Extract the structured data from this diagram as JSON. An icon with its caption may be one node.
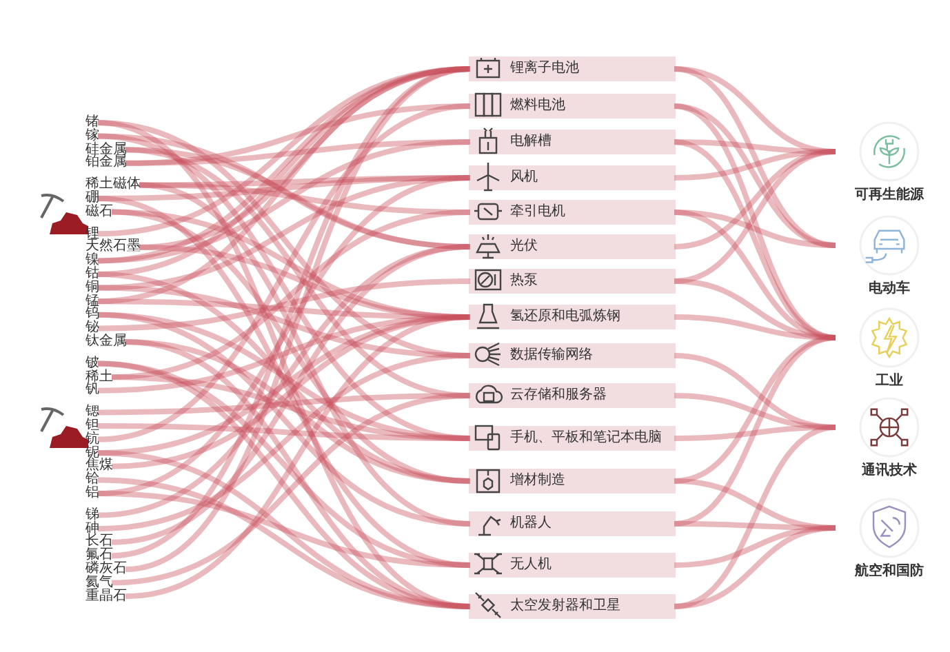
{
  "diagram": {
    "nodes": [
      {
        "text": [
          "锗"
        ]
      },
      {
        "text": [
          "镓"
        ]
      },
      {
        "text": [
          "硅金属"
        ]
      },
      {
        "text": [
          "铂金属"
        ]
      },
      {
        "text": [
          "稀土磁体"
        ]
      },
      {
        "text": [
          "硼"
        ]
      },
      {
        "text": [
          "磁石"
        ]
      },
      {
        "text": [
          "锂"
        ]
      },
      {
        "text": [
          "天然石墨"
        ]
      },
      {
        "text": [
          "镍"
        ]
      },
      {
        "text": [
          "钴"
        ]
      },
      {
        "text": [
          "铜"
        ]
      },
      {
        "text": [
          "锰"
        ]
      },
      {
        "text": [
          "钨"
        ]
      },
      {
        "text": [
          "铋"
        ]
      },
      {
        "text": [
          "钛金属"
        ]
      },
      {
        "text": [
          "铍"
        ]
      },
      {
        "text": [
          "稀土"
        ]
      },
      {
        "text": [
          "钒"
        ]
      },
      {
        "text": [
          "锶"
        ]
      },
      {
        "text": [
          "钽"
        ]
      },
      {
        "text": [
          "钪"
        ]
      },
      {
        "text": [
          "铌"
        ]
      },
      {
        "text": [
          "焦煤"
        ]
      },
      {
        "text": [
          "铪"
        ]
      },
      {
        "text": [
          "铝"
        ]
      },
      {
        "text": [
          "锑"
        ]
      },
      {
        "text": [
          "砷"
        ]
      },
      {
        "text": [
          "长石"
        ]
      },
      {
        "text": [
          "氟石"
        ]
      },
      {
        "text": [
          "磷灰石"
        ]
      },
      {
        "text": [
          "氦气"
        ]
      },
      {
        "text": [
          "重晶石"
        ]
      },
      {
        "text": [
          "锂离子电池"
        ]
      },
      {
        "text": [
          "燃料电池"
        ]
      },
      {
        "text": [
          "电解槽"
        ]
      },
      {
        "text": [
          "风机"
        ]
      },
      {
        "text": [
          "牵引电机"
        ]
      },
      {
        "text": [
          "光伏"
        ]
      },
      {
        "text": [
          "热泵"
        ]
      },
      {
        "text": [
          "氢还原和电弧炼钢"
        ]
      },
      {
        "text": [
          "数据传输网络"
        ]
      },
      {
        "text": [
          "云存储和服务器"
        ]
      },
      {
        "text": [
          "手机、平板和笔记本电脑"
        ]
      },
      {
        "text": [
          "增材制造"
        ]
      },
      {
        "text": [
          "机器人"
        ]
      },
      {
        "text": [
          "无人机"
        ]
      },
      {
        "text": [
          "太空发射器和卫星"
        ]
      },
      {
        "text": [
          "可再生能源"
        ]
      },
      {
        "text": [
          "电动车"
        ]
      },
      {
        "text": [
          "工业"
        ]
      },
      {
        "text": [
          "通讯技术"
        ]
      },
      {
        "text": [
          "航空和国防"
        ]
      }
    ],
    "edges": [
      {
        "from": 0,
        "to": 41,
        "arrow": "none"
      },
      {
        "from": 0,
        "to": 47,
        "arrow": "none"
      },
      {
        "from": 1,
        "to": 38,
        "arrow": "none"
      },
      {
        "from": 1,
        "to": 43,
        "arrow": "none"
      },
      {
        "from": 2,
        "to": 38,
        "arrow": "none"
      },
      {
        "from": 2,
        "to": 42,
        "arrow": "none"
      },
      {
        "from": 3,
        "to": 34,
        "arrow": "none"
      },
      {
        "from": 3,
        "to": 35,
        "arrow": "none"
      },
      {
        "from": 4,
        "to": 36,
        "arrow": "none"
      },
      {
        "from": 4,
        "to": 37,
        "arrow": "none"
      },
      {
        "from": 4,
        "to": 45,
        "arrow": "none"
      },
      {
        "from": 5,
        "to": 36,
        "arrow": "none"
      },
      {
        "from": 5,
        "to": 46,
        "arrow": "none"
      },
      {
        "from": 6,
        "to": 40,
        "arrow": "none"
      },
      {
        "from": 6,
        "to": 44,
        "arrow": "none"
      },
      {
        "from": 7,
        "to": 33,
        "arrow": "none"
      },
      {
        "from": 8,
        "to": 33,
        "arrow": "none"
      },
      {
        "from": 8,
        "to": 40,
        "arrow": "none"
      },
      {
        "from": 9,
        "to": 33,
        "arrow": "none"
      },
      {
        "from": 9,
        "to": 35,
        "arrow": "none"
      },
      {
        "from": 10,
        "to": 33,
        "arrow": "none"
      },
      {
        "from": 10,
        "to": 44,
        "arrow": "none"
      },
      {
        "from": 11,
        "to": 36,
        "arrow": "none"
      },
      {
        "from": 11,
        "to": 41,
        "arrow": "none"
      },
      {
        "from": 12,
        "to": 33,
        "arrow": "none"
      },
      {
        "from": 12,
        "to": 40,
        "arrow": "none"
      },
      {
        "from": 13,
        "to": 43,
        "arrow": "none"
      },
      {
        "from": 13,
        "to": 45,
        "arrow": "none"
      },
      {
        "from": 14,
        "to": 39,
        "arrow": "none"
      },
      {
        "from": 15,
        "to": 44,
        "arrow": "none"
      },
      {
        "from": 15,
        "to": 47,
        "arrow": "none"
      },
      {
        "from": 16,
        "to": 46,
        "arrow": "none"
      },
      {
        "from": 16,
        "to": 47,
        "arrow": "none"
      },
      {
        "from": 17,
        "to": 37,
        "arrow": "none"
      },
      {
        "from": 17,
        "to": 43,
        "arrow": "none"
      },
      {
        "from": 18,
        "to": 40,
        "arrow": "none"
      },
      {
        "from": 19,
        "to": 42,
        "arrow": "none"
      },
      {
        "from": 20,
        "to": 43,
        "arrow": "none"
      },
      {
        "from": 21,
        "to": 34,
        "arrow": "none"
      },
      {
        "from": 22,
        "to": 40,
        "arrow": "none"
      },
      {
        "from": 22,
        "to": 47,
        "arrow": "none"
      },
      {
        "from": 23,
        "to": 40,
        "arrow": "none"
      },
      {
        "from": 24,
        "to": 47,
        "arrow": "none"
      },
      {
        "from": 25,
        "to": 36,
        "arrow": "none"
      },
      {
        "from": 25,
        "to": 46,
        "arrow": "none"
      },
      {
        "from": 26,
        "to": 38,
        "arrow": "none"
      },
      {
        "from": 27,
        "to": 41,
        "arrow": "none"
      },
      {
        "from": 28,
        "to": 38,
        "arrow": "none"
      },
      {
        "from": 29,
        "to": 33,
        "arrow": "none"
      },
      {
        "from": 30,
        "to": 33,
        "arrow": "none"
      },
      {
        "from": 31,
        "to": 42,
        "arrow": "none"
      },
      {
        "from": 32,
        "to": 40,
        "arrow": "none"
      },
      {
        "from": 33,
        "to": 48,
        "arrow": "none"
      },
      {
        "from": 33,
        "to": 49,
        "arrow": "none"
      },
      {
        "from": 34,
        "to": 49,
        "arrow": "none"
      },
      {
        "from": 34,
        "to": 50,
        "arrow": "none"
      },
      {
        "from": 35,
        "to": 48,
        "arrow": "none"
      },
      {
        "from": 35,
        "to": 50,
        "arrow": "none"
      },
      {
        "from": 36,
        "to": 48,
        "arrow": "none"
      },
      {
        "from": 37,
        "to": 49,
        "arrow": "none"
      },
      {
        "from": 37,
        "to": 50,
        "arrow": "none"
      },
      {
        "from": 38,
        "to": 48,
        "arrow": "none"
      },
      {
        "from": 39,
        "to": 48,
        "arrow": "none"
      },
      {
        "from": 39,
        "to": 50,
        "arrow": "none"
      },
      {
        "from": 40,
        "to": 50,
        "arrow": "none"
      },
      {
        "from": 41,
        "to": 51,
        "arrow": "none"
      },
      {
        "from": 42,
        "to": 51,
        "arrow": "none"
      },
      {
        "from": 43,
        "to": 51,
        "arrow": "none"
      },
      {
        "from": 44,
        "to": 50,
        "arrow": "none"
      },
      {
        "from": 44,
        "to": 52,
        "arrow": "none"
      },
      {
        "from": 45,
        "to": 50,
        "arrow": "none"
      },
      {
        "from": 45,
        "to": 52,
        "arrow": "none"
      },
      {
        "from": 46,
        "to": 52,
        "arrow": "none"
      },
      {
        "from": 47,
        "to": 51,
        "arrow": "none"
      },
      {
        "from": 47,
        "to": 52,
        "arrow": "none"
      }
    ]
  }
}
